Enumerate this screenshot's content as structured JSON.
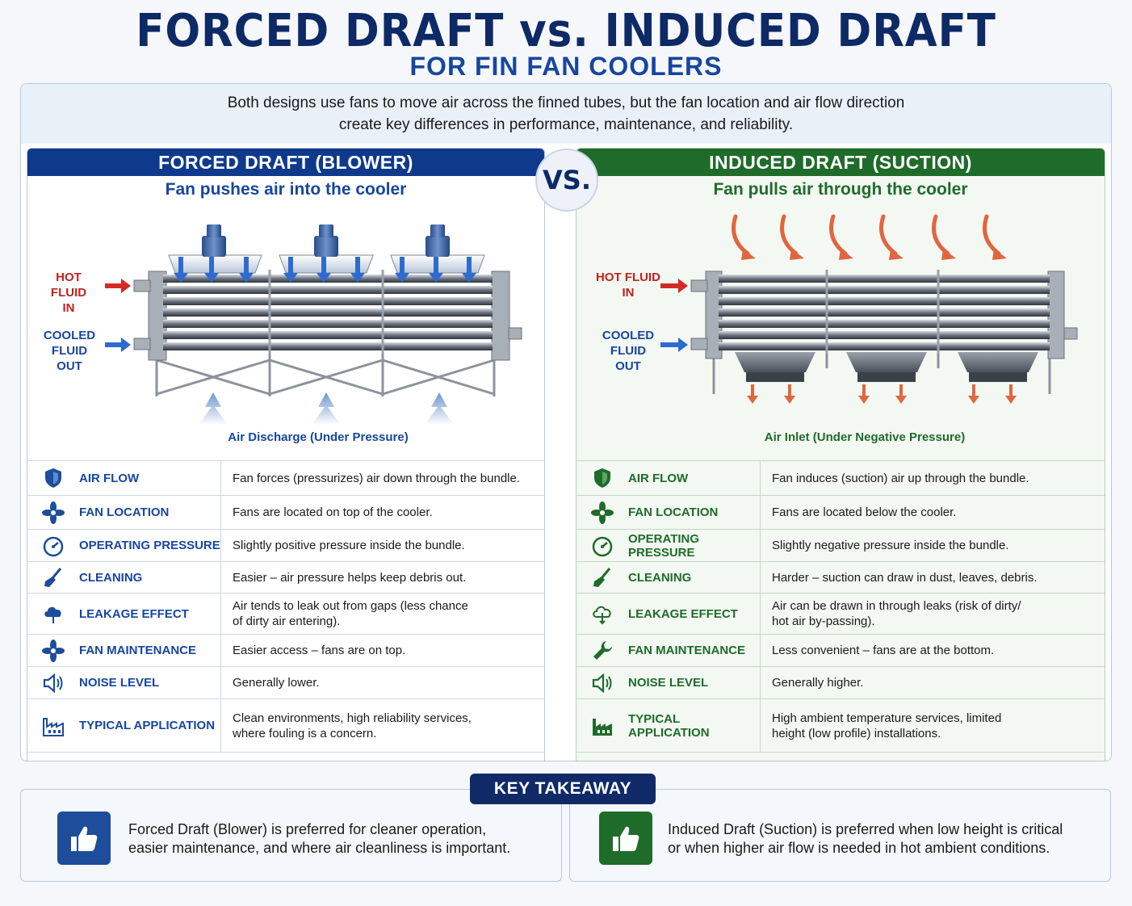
{
  "title": "FORCED DRAFT vs. INDUCED DRAFT",
  "subtitle": "FOR FIN FAN COOLERS",
  "intro": {
    "line1": "Both designs use fans to move air across the finned tubes, but the fan location and air flow direction",
    "line2": "create key differences in performance, maintenance, and reliability."
  },
  "vs_label": "VS.",
  "forced": {
    "heading": "FORCED DRAFT (BLOWER)",
    "tagline": "Fan pushes air into the cooler",
    "hot_in_1": "HOT FLUID",
    "hot_in_2": "IN",
    "cool_out_1": "COOLED FLUID",
    "cool_out_2": "OUT",
    "air_caption": "Air Discharge (Under Pressure)",
    "rows": [
      {
        "icon": "shield-icon",
        "label": "AIR FLOW",
        "text": "Fan forces (pressurizes) air down through the bundle."
      },
      {
        "icon": "fan-icon",
        "label": "FAN LOCATION",
        "text": "Fans are located on top of the cooler."
      },
      {
        "icon": "gauge-icon",
        "label": "OPERATING PRESSURE",
        "text": "Slightly positive pressure inside the bundle."
      },
      {
        "icon": "brush-icon",
        "label": "CLEANING",
        "text": "Easier – air pressure helps keep debris out."
      },
      {
        "icon": "cloud-leak-icon",
        "label": "LEAKAGE EFFECT",
        "text": "Air tends to leak out from gaps (less chance",
        "text2": "of dirty air entering)."
      },
      {
        "icon": "fan-icon",
        "label": "FAN MAINTENANCE",
        "text": "Easier access – fans are on top."
      },
      {
        "icon": "speaker-icon",
        "label": "NOISE LEVEL",
        "text": "Generally lower."
      },
      {
        "icon": "factory-icon",
        "label": "TYPICAL APPLICATION",
        "text": "Clean environments, high reliability services,",
        "text2": "where fouling is a concern."
      }
    ]
  },
  "induced": {
    "heading": "INDUCED DRAFT (SUCTION)",
    "tagline": "Fan pulls air through the cooler",
    "hot_in_1": "HOT FLUID",
    "hot_in_2": "IN",
    "cool_out_1": "COOLED FLUID",
    "cool_out_2": "OUT",
    "air_caption": "Air Inlet (Under Negative Pressure)",
    "rows": [
      {
        "icon": "shield-icon",
        "label": "AIR FLOW",
        "text": "Fan induces (suction) air up through the bundle."
      },
      {
        "icon": "fan-icon",
        "label": "FAN LOCATION",
        "text": "Fans are located below the cooler."
      },
      {
        "icon": "gauge-icon",
        "label": "OPERATING PRESSURE",
        "text": "Slightly negative pressure inside the bundle."
      },
      {
        "icon": "brush-icon",
        "label": "CLEANING",
        "text": "Harder – suction can draw in dust, leaves, debris."
      },
      {
        "icon": "cloud-leak-icon",
        "label": "LEAKAGE EFFECT",
        "text": "Air can be drawn in through leaks (risk of dirty/",
        "text2": "hot air by-passing)."
      },
      {
        "icon": "wrench-icon",
        "label": "FAN MAINTENANCE",
        "text": "Less convenient – fans are at the bottom."
      },
      {
        "icon": "speaker-icon",
        "label": "NOISE LEVEL",
        "text": "Generally higher."
      },
      {
        "icon": "factory-icon",
        "label": "TYPICAL APPLICATION",
        "text": "High ambient temperature services, limited",
        "text2": "height (low profile) installations."
      }
    ]
  },
  "takeaway": {
    "label": "KEY TAKEAWAY",
    "forced_1": "Forced Draft (Blower) is preferred for cleaner operation,",
    "forced_2": "easier maintenance, and where air cleanliness is important.",
    "induced_1": "Induced Draft (Suction) is preferred when low height is critical",
    "induced_2": "or when higher air flow is needed in hot ambient conditions."
  },
  "colors": {
    "navy": "#0d2a66",
    "blue": "#0f3a8c",
    "green": "#1f6b2a",
    "hot_red": "#c0221f",
    "air_orange": "#e0663f",
    "air_blue": "#2e6bd0"
  }
}
